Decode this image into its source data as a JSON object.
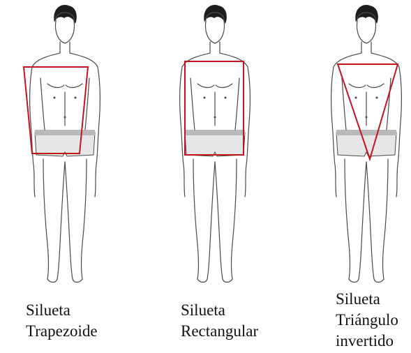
{
  "colors": {
    "outline": "#c0151b",
    "skin_line": "#4a4a4a",
    "hair": "#1e1e1e",
    "shorts_fill": "#e6e6e6",
    "band_fill": "#b9b9b9"
  },
  "figures": [
    {
      "shape": "trapezoid",
      "label_lines": [
        "Silueta",
        "Trapezoide"
      ]
    },
    {
      "shape": "rectangle",
      "label_lines": [
        "Silueta",
        "Rectangular"
      ]
    },
    {
      "shape": "inverted-triangle",
      "label_lines": [
        "Silueta",
        "Triángulo",
        "invertido"
      ]
    }
  ]
}
